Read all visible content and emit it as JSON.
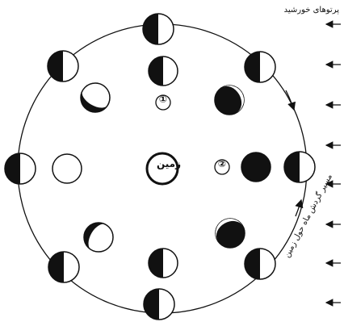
{
  "labels": {
    "sun_rays": "پرتوهای خورشید",
    "earth": "زمین",
    "position_1": "①",
    "position_2": "②",
    "orbit_direction": "مسیر گردش ماه حول زمین"
  },
  "colors": {
    "ink": "#111111",
    "paper": "#ffffff"
  }
}
